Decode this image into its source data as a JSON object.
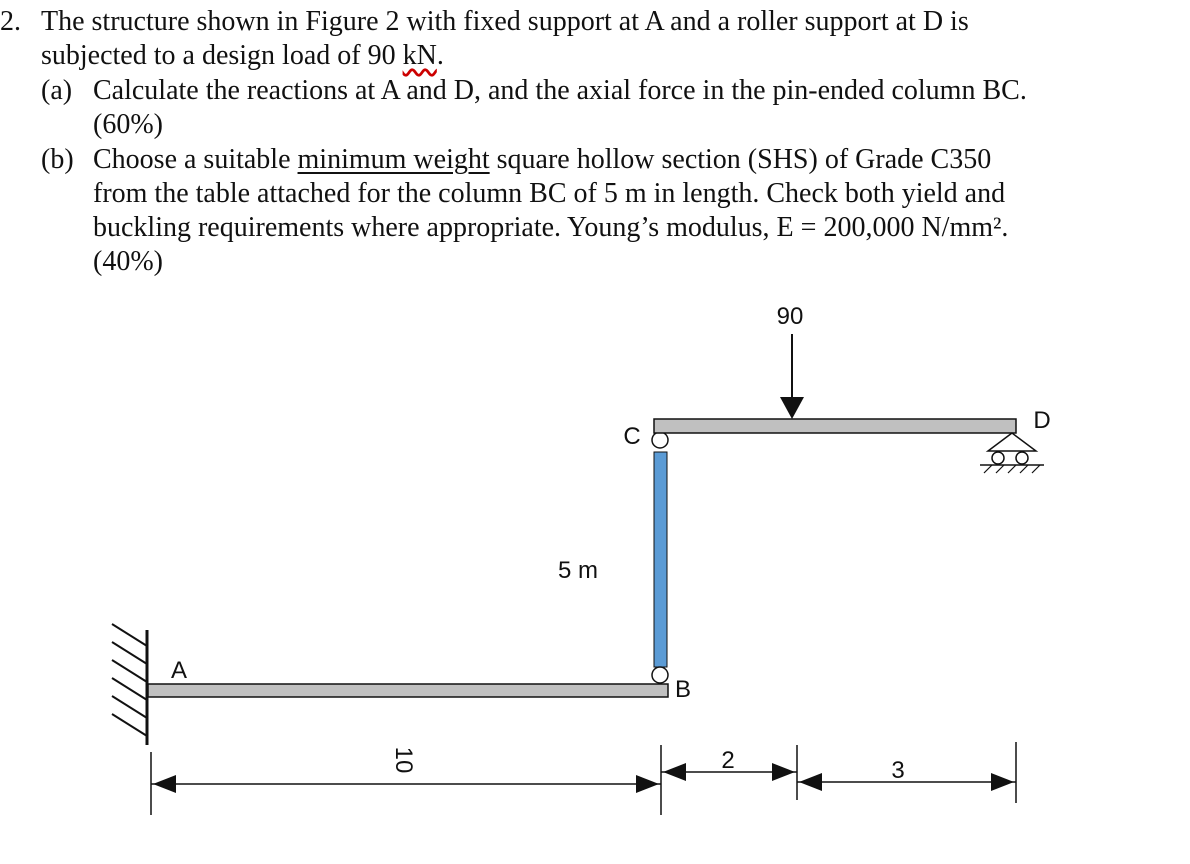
{
  "question": {
    "number": "2.",
    "intro_1": "The structure shown in Figure 2 with fixed support at A and a roller support at D is",
    "intro_2a": "subjected to a design load of 90 ",
    "intro_2b": "kN",
    "intro_2c": ".",
    "part_a_marker": "(a)",
    "part_a_1": "Calculate the reactions at A and D, and the axial force in the pin-ended column BC.",
    "part_a_2": "(60%)",
    "part_b_marker": "(b)",
    "part_b_1a": "Choose a suitable ",
    "part_b_1b": "minimum weight",
    "part_b_1c": " square hollow section (SHS) of Grade C350",
    "part_b_2": "from the table attached for the column BC of 5 m in length. Check both yield and",
    "part_b_3": "buckling requirements where appropriate. Young’s modulus, E = 200,000 N/mm².",
    "part_b_4": "(40%)"
  },
  "figure": {
    "load_label": "90",
    "node_a": "A",
    "node_b": "B",
    "node_c": "C",
    "node_d": "D",
    "column_length": "5 m",
    "dim_ab": "10",
    "dim_b_load": "2",
    "dim_load_d": "3",
    "colors": {
      "beam_fill": "#c0c0c0",
      "column_fill": "#5b9bd5",
      "line": "#111111"
    }
  }
}
